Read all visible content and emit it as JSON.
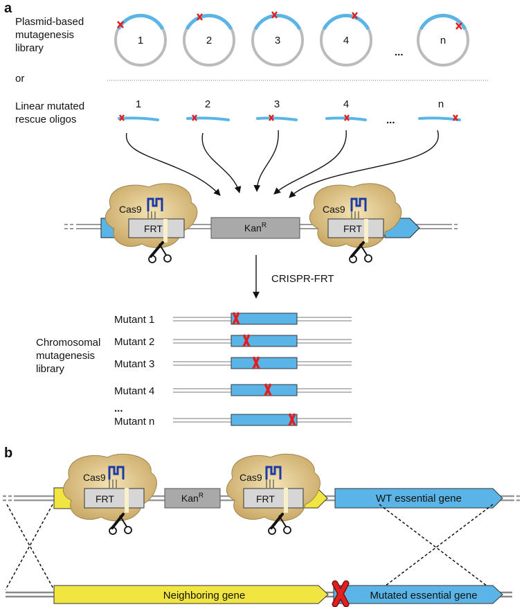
{
  "panel_a": {
    "label": "a",
    "plasmid_title": [
      "Plasmid-based",
      "mutagenesis",
      "library"
    ],
    "or": "or",
    "oligo_title": [
      "Linear mutated",
      "rescue oligos"
    ],
    "numbers": [
      "1",
      "2",
      "3",
      "4",
      "n"
    ],
    "ellipsis": "...",
    "cas9": "Cas9",
    "frt": "FRT",
    "kan": "Kan",
    "kan_sup": "R",
    "process": "CRISPR-FRT",
    "library_title": [
      "Chromosomal",
      "mutagenesis",
      "library"
    ],
    "mutants": [
      "Mutant 1",
      "Mutant 2",
      "Mutant 3",
      "Mutant 4",
      "Mutant n"
    ],
    "mutant_ellipsis": "..."
  },
  "panel_b": {
    "label": "b",
    "cas9": "Cas9",
    "frt": "FRT",
    "kan": "Kan",
    "kan_sup": "R",
    "wt_gene": "WT essential gene",
    "neighbor_gene": "Neighboring gene",
    "mutated_gene": "Mutated essential gene"
  },
  "colors": {
    "gene_blue": "#5ab4e5",
    "gene_yellow": "#f1e542",
    "cas9_body": "#d9bf86",
    "guide_blue": "#1a3aa8",
    "mutation_red": "#e02020",
    "kan_gray": "#a9a9a9",
    "frt_gray": "#d6d6d6"
  }
}
